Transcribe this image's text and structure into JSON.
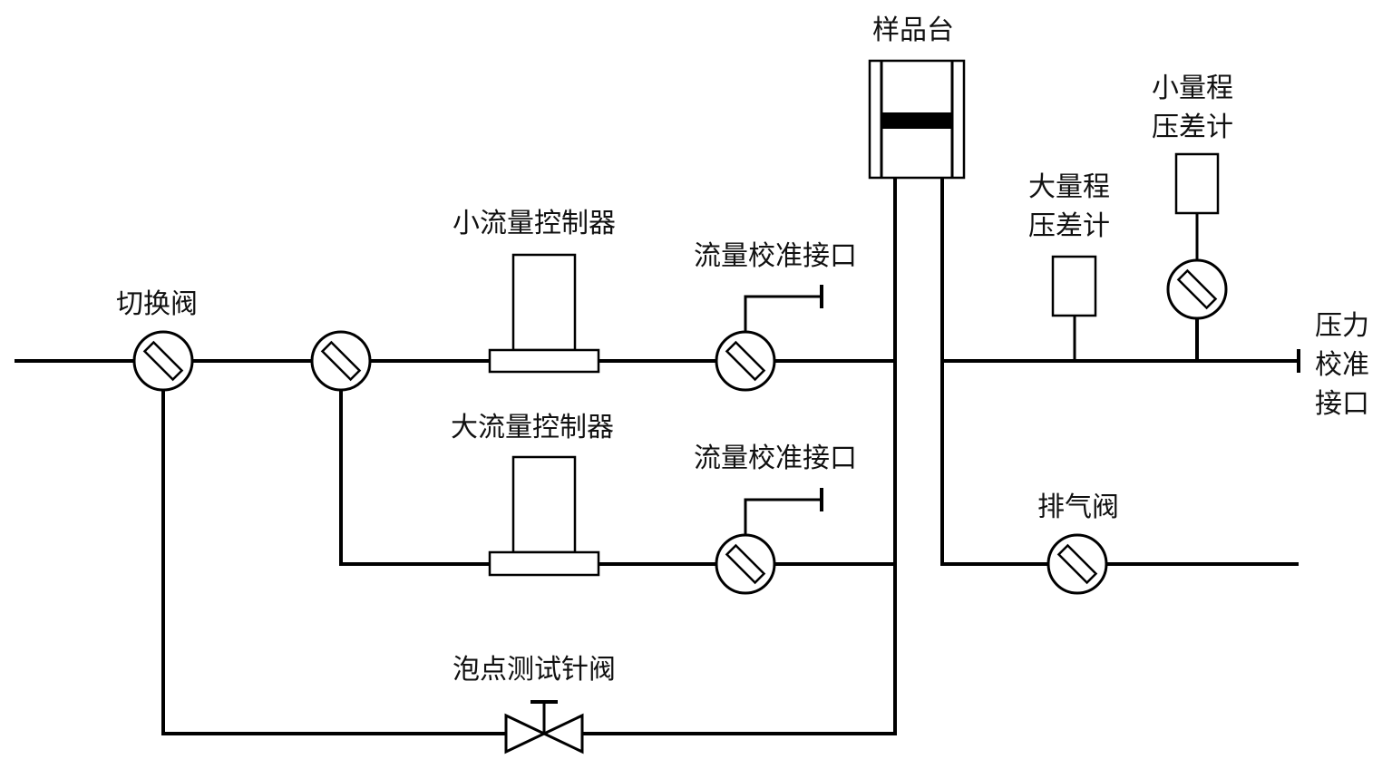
{
  "labels": {
    "switch_valve": "切换阀",
    "small_flow_controller": "小流量控制器",
    "large_flow_controller": "大流量控制器",
    "flow_calib_port_top": "流量校准接口",
    "flow_calib_port_bottom": "流量校准接口",
    "sample_stage": "样品台",
    "large_range_dp_line1": "大量程",
    "large_range_dp_line2": "压差计",
    "small_range_dp_line1": "小量程",
    "small_range_dp_line2": "压差计",
    "pressure_calib_line1": "压力",
    "pressure_calib_line2": "校准",
    "pressure_calib_line3": "接口",
    "vent_valve": "排气阀",
    "bubble_point_needle_valve": "泡点测试针阀"
  },
  "colors": {
    "line": "#000000",
    "background": "#ffffff",
    "text": "#111111"
  }
}
